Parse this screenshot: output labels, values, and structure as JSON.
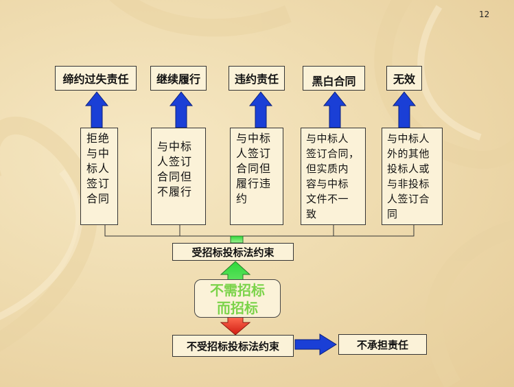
{
  "page_number": "12",
  "outcomes": [
    "缔约过失责任",
    "继续履行",
    "违约责任",
    "黑白合同",
    "无效"
  ],
  "situations": [
    [
      "拒绝",
      "与中",
      "标人",
      "签订",
      "",
      "合同"
    ],
    [
      "与中标",
      "人签订",
      "合同但",
      "不履行"
    ],
    [
      "与中标",
      "人签订",
      "合同但",
      "履行违",
      "",
      "约"
    ],
    [
      "与中标人",
      "签订合同，",
      "但实质内",
      "容与中标",
      "文件不一",
      "致"
    ],
    [
      "与中标人",
      "外的其他",
      "投标人或",
      "与非投标",
      "人签订合",
      "同"
    ]
  ],
  "constrained_label": "受招标投标法约束",
  "middle_label": [
    "不需招标",
    "而招标"
  ],
  "unconstrained_label": "不受招标投标法约束",
  "no_liability_label": "不承担责任",
  "colors": {
    "blue_arrow": "#1a3fd6",
    "green_arrow": "#46e04a",
    "red_arrow": "#e8261e",
    "middle_text": "#7bd34a"
  }
}
